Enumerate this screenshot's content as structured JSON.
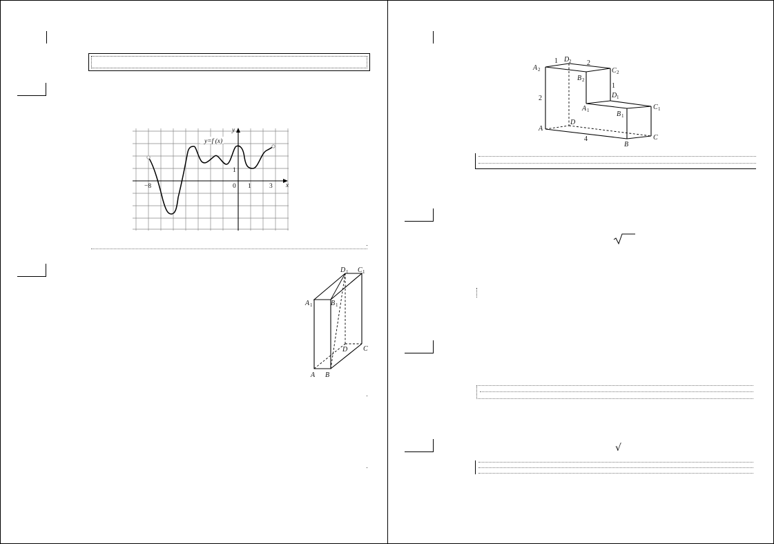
{
  "graph": {
    "function_label": "y=f (x)",
    "x_axis": "x",
    "y_axis": "y",
    "tick_labels": {
      "neg8": "−8",
      "zero": "0",
      "one": "1",
      "three": "3",
      "y_one": "1"
    }
  },
  "prism": {
    "vertices": {
      "A": "A",
      "B": "B",
      "C": "C",
      "D": "D",
      "A1": "A",
      "B1": "B",
      "C1": "C",
      "D1": "D"
    },
    "subscript": "1"
  },
  "polyhedron": {
    "vertices": {
      "A2": "A",
      "D2": "D",
      "C2": "C",
      "B2": "B",
      "D1": "D",
      "A1": "A",
      "B1": "B",
      "C1": "C",
      "A": "A",
      "D": "D",
      "B": "B",
      "C": "C"
    },
    "sub1": "1",
    "sub2": "2",
    "edge_lengths": {
      "top_left": "1",
      "top_right": "2",
      "right_step": "1",
      "left_height": "2",
      "bottom": "4"
    }
  },
  "radicals": {
    "first": "√",
    "second": "√"
  }
}
